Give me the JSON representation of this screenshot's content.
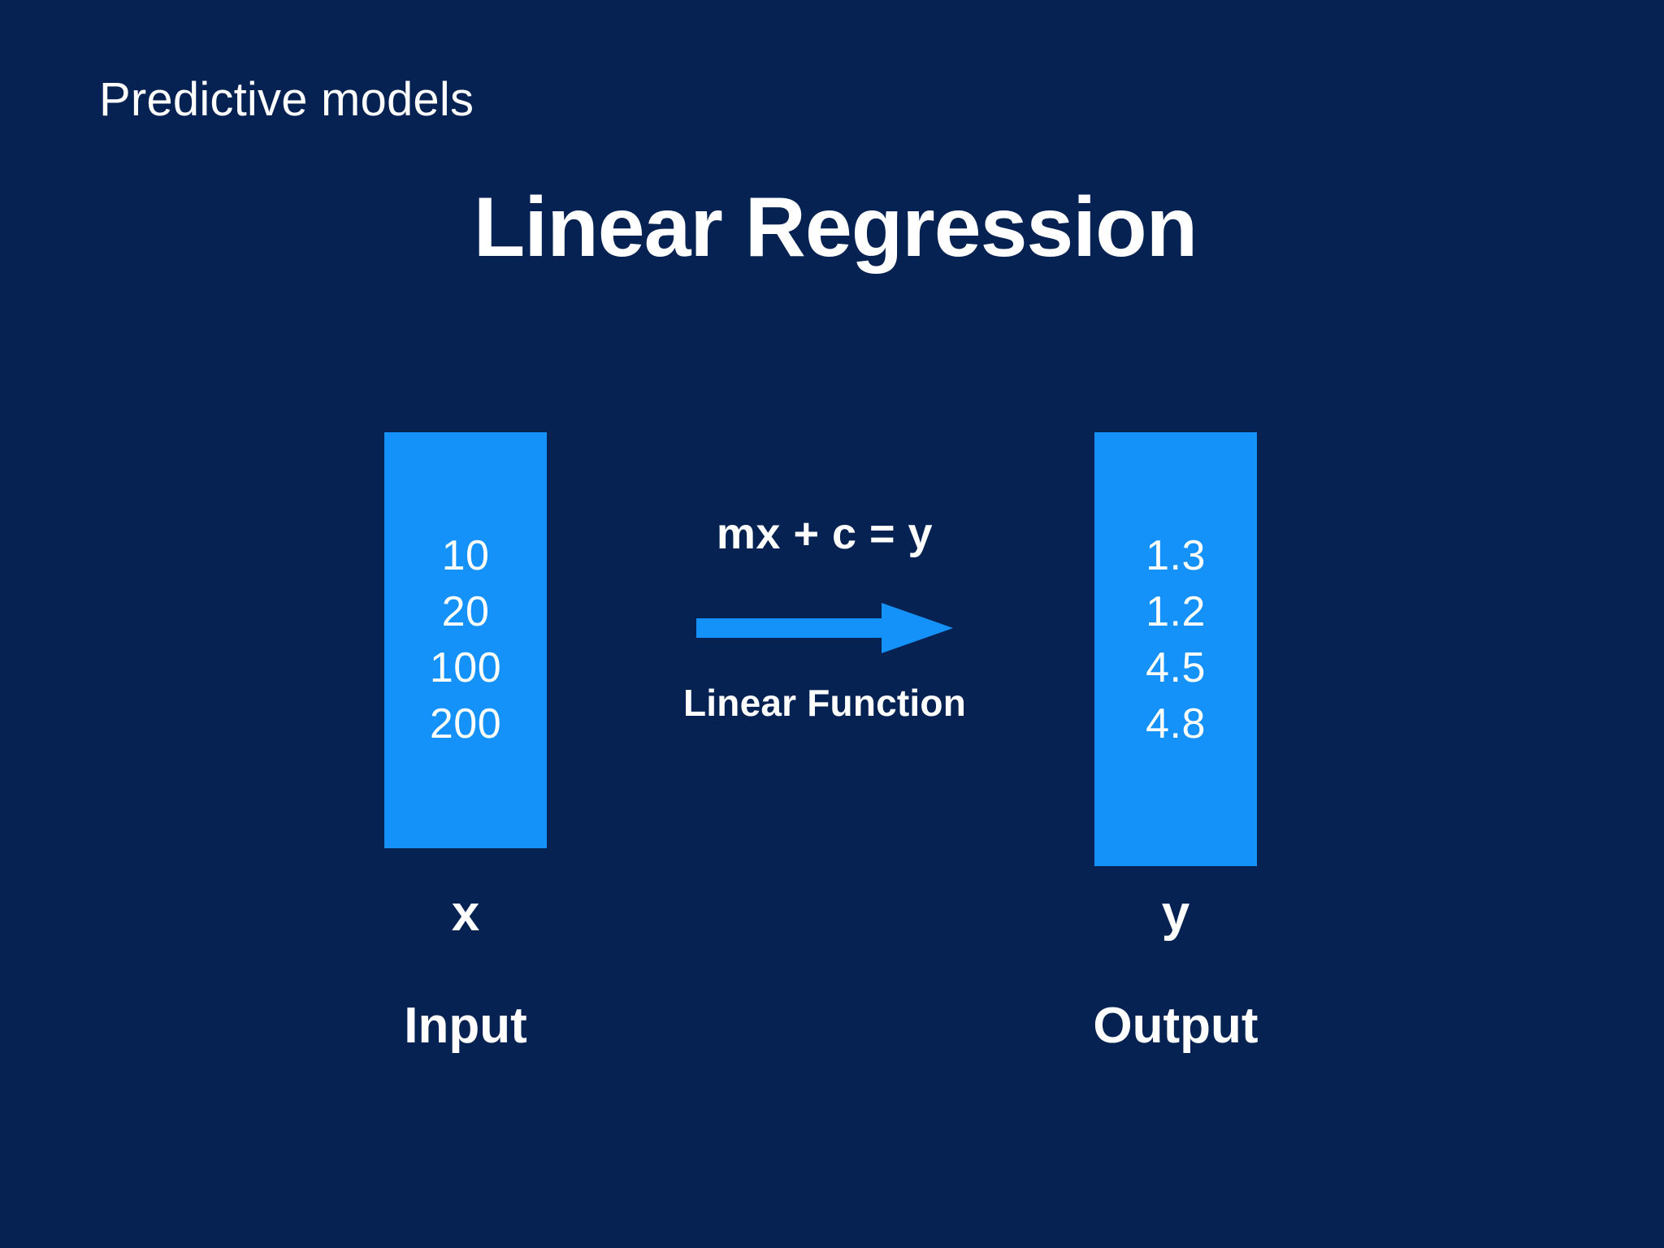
{
  "slide": {
    "kicker": "Predictive models",
    "title": "Linear Regression",
    "background_color": "#052253",
    "accent_color": "#1492fa",
    "text_color": "#ffffff"
  },
  "diagram": {
    "input": {
      "letter": "x",
      "role": "Input",
      "values": [
        "10",
        "20",
        "100",
        "200"
      ]
    },
    "output": {
      "letter": "y",
      "role": "Output",
      "values": [
        "1.3",
        "1.2",
        "4.5",
        "4.8"
      ]
    },
    "transform": {
      "equation": "mx + c = y",
      "caption": "Linear Function",
      "arrow_icon": "arrow-right-icon"
    }
  }
}
